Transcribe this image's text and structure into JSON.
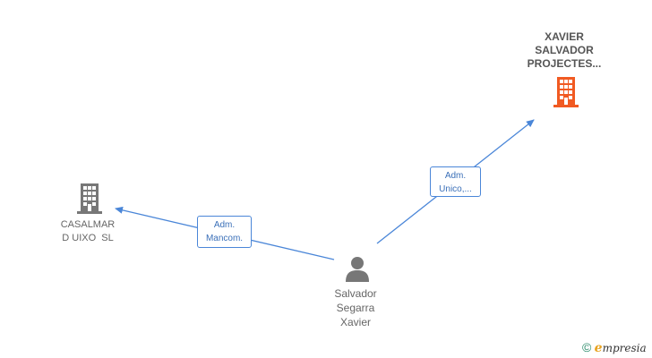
{
  "nodes": {
    "xavier": {
      "lines": [
        "XAVIER",
        "SALVADOR",
        "PROJECTES..."
      ],
      "icon": "building-icon",
      "color": "#f15a22"
    },
    "casalmar": {
      "lines": [
        "CASALMAR",
        "D UIXO  SL"
      ],
      "icon": "building-icon",
      "color": "#777777"
    },
    "salvador": {
      "lines": [
        "Salvador",
        "Segarra",
        "Xavier"
      ],
      "icon": "person-icon",
      "color": "#777777"
    }
  },
  "edges": {
    "to_casalmar": {
      "lines": [
        "Adm.",
        "Mancom."
      ]
    },
    "to_xavier": {
      "lines": [
        "Adm.",
        "Unico,..."
      ]
    }
  },
  "footer": {
    "copyright": "©",
    "brand_initial": "e",
    "brand_rest": "mpresia"
  },
  "colors": {
    "edge": "#4a86d8"
  }
}
